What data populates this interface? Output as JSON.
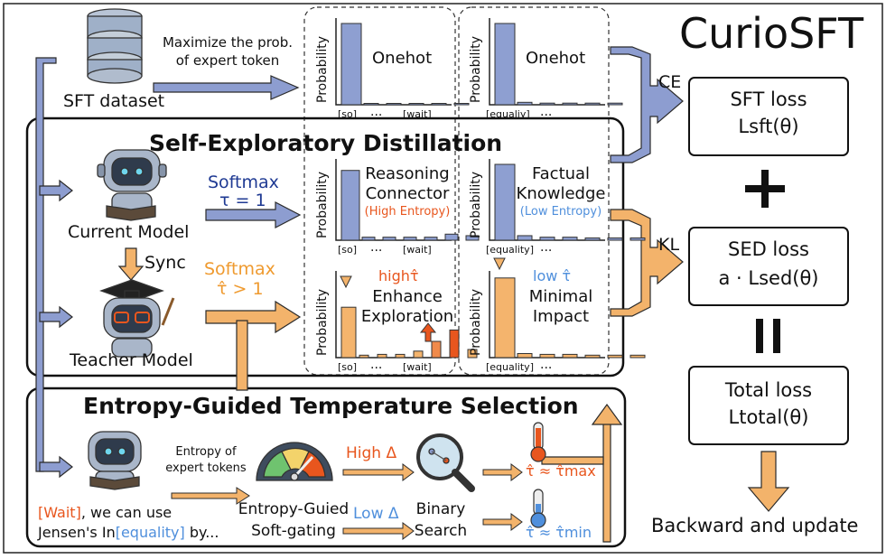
{
  "title": "CurioSFT",
  "sft": {
    "dataset_label": "SFT dataset",
    "arrow_text_line1": "Maximize the prob.",
    "arrow_text_line2": "of expert token"
  },
  "sed": {
    "section_title": "Self-Exploratory Distillation",
    "current_model": "Current Model",
    "teacher_model": "Teacher Model",
    "sync": "Sync",
    "softmax_current_line1": "Softmax",
    "softmax_current_line2": "τ = 1",
    "softmax_teacher_line1": "Softmax",
    "softmax_teacher_line2": "τ̂ > 1"
  },
  "charts": {
    "ylabel": "Probability",
    "ellipsis": "...",
    "row1_left": {
      "title": "Onehot",
      "tick_left": "[so]",
      "tick_right": "[wait]"
    },
    "row1_right": {
      "title": "Onehot",
      "tick_left": "[equaliy]"
    },
    "row2_left": {
      "title_line1": "Reasoning",
      "title_line2": "Connector",
      "note": "(High Entropy)",
      "tick_left": "[so]",
      "tick_right": "[wait]"
    },
    "row2_right": {
      "title_line1": "Factual",
      "title_line2": "Knowledge",
      "note": "(Low Entropy)",
      "tick_left": "[equality]"
    },
    "row3_left": {
      "note": "high",
      "note_symbol": "τ̂",
      "title_line1": "Enhance",
      "title_line2": "Exploration",
      "tick_left": "[so]",
      "tick_right": "[wait]"
    },
    "row3_right": {
      "note": "low",
      "note_symbol": "τ̂",
      "title_line1": "Minimal",
      "title_line2": "Impact",
      "tick_left": "[equality]"
    }
  },
  "chart_data": [
    {
      "type": "bar",
      "title": "Onehot",
      "values": [
        1.0,
        0,
        0,
        0,
        0,
        0
      ],
      "colors": [
        "#8e9fd1"
      ]
    },
    {
      "type": "bar",
      "title": "Onehot",
      "values": [
        1.0,
        0.03,
        0.02,
        0.02,
        0.02,
        0.02
      ],
      "colors": [
        "#8e9fd1"
      ]
    },
    {
      "type": "bar",
      "title": "Reasoning Connector",
      "values": [
        0.92,
        0.04,
        0.04,
        0.04,
        0.04,
        0.08,
        0.06
      ],
      "colors": [
        "#8e9fd1"
      ]
    },
    {
      "type": "bar",
      "title": "Factual Knowledge",
      "values": [
        1.0,
        0.06,
        0.04,
        0.04,
        0.03,
        0.03,
        0.03
      ],
      "colors": [
        "#8e9fd1"
      ]
    },
    {
      "type": "bar",
      "title": "Enhance Exploration",
      "values": [
        0.62,
        0.03,
        0.04,
        0.04,
        0.08,
        0.2,
        0.34,
        0.1
      ],
      "colors": [
        "#f4b46d"
      ]
    },
    {
      "type": "bar",
      "title": "Minimal Impact",
      "values": [
        0.98,
        0.05,
        0.04,
        0.04,
        0.03,
        0.03,
        0.03
      ],
      "colors": [
        "#f4b46d"
      ]
    }
  ],
  "arrows": {
    "ce": "CE",
    "kl": "KL"
  },
  "losses": {
    "sft_line1": "SFT loss",
    "sft_line2": "Lsft(θ)",
    "plus": "+",
    "sed_line1": "SED loss",
    "sed_line2": "a · Lsed(θ)",
    "equals": "||",
    "total_line1": "Total loss",
    "total_line2": "Ltotal(θ)",
    "backward": "Backward and update"
  },
  "egts": {
    "section_title": "Entropy-Guided Temperature Selection",
    "entropy_line1": "Entropy of",
    "entropy_line2": "expert tokens",
    "gating_line1": "Entropy-Guied",
    "gating_line2": "Soft-gating",
    "high_delta": "High Δ",
    "low_delta": "Low Δ",
    "binary_line1": "Binary",
    "binary_line2": "Search",
    "tau_max": "τ̂ ≈ τ̂max",
    "tau_min": "τ̂ ≈ τ̂min",
    "text_wait": "[Wait]",
    "text_rest1": ", we can use",
    "text_line2_a": "Jensen's In",
    "text_equality": "[equality]",
    "text_line2_b": " by..."
  },
  "colors": {
    "blue_bar": "#8e9fd1",
    "orange_bar": "#f4b46d",
    "arrow_blue": "#8d9dd0",
    "arrow_orange": "#f3b36b",
    "red": "#e8561e"
  }
}
